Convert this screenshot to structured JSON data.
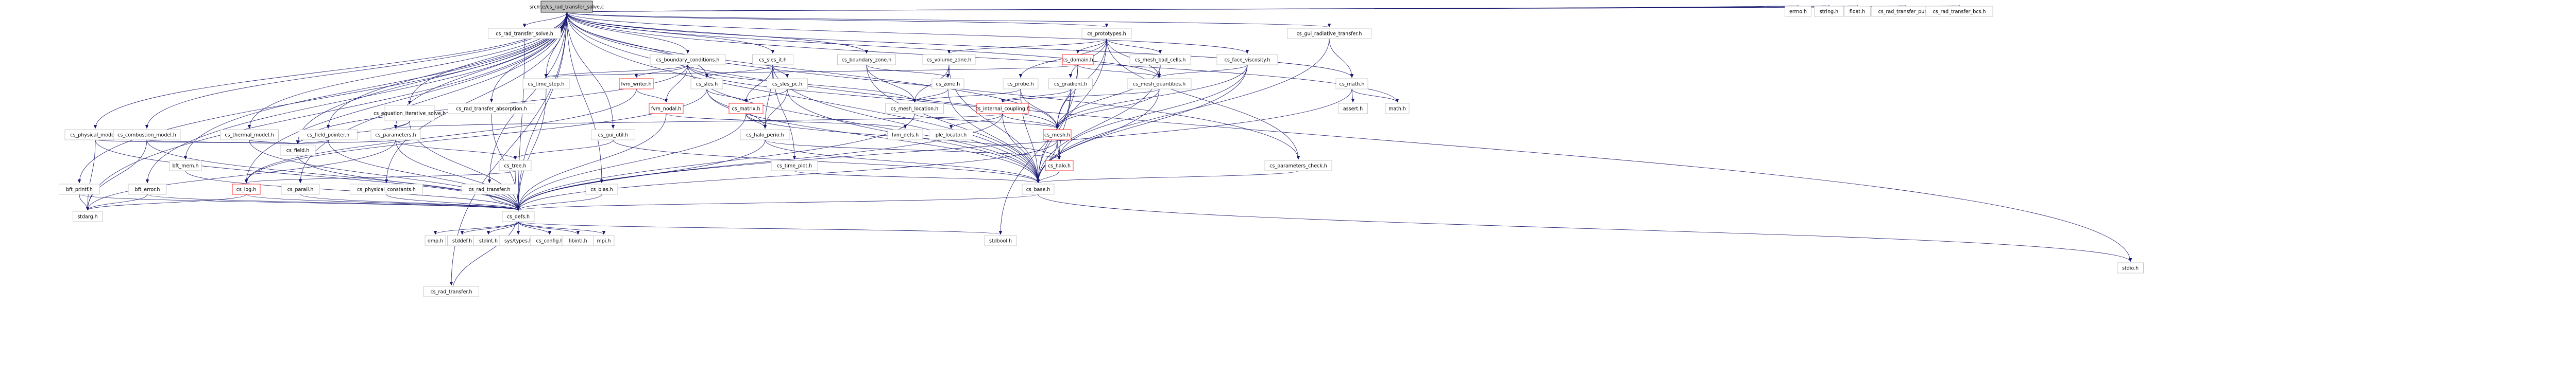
{
  "diagram": {
    "root": "src/rte/cs_rad_transfer_solve.c",
    "colors": {
      "edge": "#191970",
      "root_fill": "#bfbfbf",
      "node_stroke": "#bfbfbf",
      "red_stroke": "#ff0000",
      "node_text": "#000000"
    },
    "nodes": [
      {
        "id": "root",
        "label": "src/rte/cs_rad_transfer_solve.c"
      },
      {
        "id": "stdio",
        "label": "stdio.h"
      },
      {
        "id": "errno",
        "label": "errno.h"
      },
      {
        "id": "string",
        "label": "string.h"
      },
      {
        "id": "float",
        "label": "float.h"
      },
      {
        "id": "rtpun",
        "label": "cs_rad_transfer_pun.h"
      },
      {
        "id": "rtbcs",
        "label": "cs_rad_transfer_bcs.h"
      },
      {
        "id": "rts",
        "label": "cs_rad_transfer_solve.h"
      },
      {
        "id": "rtabs",
        "label": "cs_rad_transfer_absorption.h"
      },
      {
        "id": "rtmod",
        "label": "cs_rad_transfer.h"
      },
      {
        "id": "gui",
        "label": "cs_gui_radiative_transfer.h"
      },
      {
        "id": "prototypes",
        "label": "cs_prototypes.h"
      },
      {
        "id": "bc",
        "label": "cs_boundary_conditions.h"
      },
      {
        "id": "sles_it",
        "label": "cs_sles_it.h"
      },
      {
        "id": "bzone",
        "label": "cs_boundary_zone.h"
      },
      {
        "id": "vzone",
        "label": "cs_volume_zone.h"
      },
      {
        "id": "domain",
        "label": "cs_domain.h"
      },
      {
        "id": "meshbadcells",
        "label": "cs_mesh_bad_cells.h"
      },
      {
        "id": "facevisc",
        "label": "cs_face_viscosity.h"
      },
      {
        "id": "timestep",
        "label": "cs_time_step.h"
      },
      {
        "id": "fvmwriter",
        "label": "fvm_writer.h"
      },
      {
        "id": "sles",
        "label": "cs_sles.h"
      },
      {
        "id": "slespc",
        "label": "cs_sles_pc.h"
      },
      {
        "id": "zone",
        "label": "cs_zone.h"
      },
      {
        "id": "probe",
        "label": "cs_probe.h"
      },
      {
        "id": "gradient",
        "label": "cs_gradient.h"
      },
      {
        "id": "meshq",
        "label": "cs_mesh_quantities.h"
      },
      {
        "id": "math",
        "label": "cs_math.h"
      },
      {
        "id": "eqit",
        "label": "cs_equation_iterative_solve.h"
      },
      {
        "id": "fvmnodal",
        "label": "fvm_nodal.h"
      },
      {
        "id": "matrix",
        "label": "cs_matrix.h"
      },
      {
        "id": "meshloc",
        "label": "cs_mesh_location.h"
      },
      {
        "id": "intcoupling",
        "label": "cs_internal_coupling.h"
      },
      {
        "id": "assert",
        "label": "assert.h"
      },
      {
        "id": "mathh",
        "label": "math.h"
      },
      {
        "id": "physmodel",
        "label": "cs_physical_model.h"
      },
      {
        "id": "combmodel",
        "label": "cs_combustion_model.h"
      },
      {
        "id": "bftmem",
        "label": "bft_mem.h"
      },
      {
        "id": "thermal",
        "label": "cs_thermal_model.h"
      },
      {
        "id": "fieldpointer",
        "label": "cs_field_pointer.h"
      },
      {
        "id": "params",
        "label": "cs_parameters.h"
      },
      {
        "id": "gnuutil",
        "label": "cs_gui_util.h"
      },
      {
        "id": "haloperio",
        "label": "cs_halo_perio.h"
      },
      {
        "id": "timeplot",
        "label": "cs_time_plot.h"
      },
      {
        "id": "fvmdefs",
        "label": "fvm_defs.h"
      },
      {
        "id": "mesh",
        "label": "cs_mesh.h"
      },
      {
        "id": "pmelocator",
        "label": "ple_locator.h"
      },
      {
        "id": "paramcheck",
        "label": "cs_parameters_check.h"
      },
      {
        "id": "field",
        "label": "cs_field.h"
      },
      {
        "id": "tree",
        "label": "cs_tree.h"
      },
      {
        "id": "halo",
        "label": "cs_halo.h"
      },
      {
        "id": "bftprintf",
        "label": "bft_printf.h"
      },
      {
        "id": "bfterror",
        "label": "bft_error.h"
      },
      {
        "id": "log",
        "label": "cs_log.h"
      },
      {
        "id": "parall",
        "label": "cs_parall.h"
      },
      {
        "id": "physconst",
        "label": "cs_physical_constants.h"
      },
      {
        "id": "rtransfer",
        "label": "cs_rad_transfer.h"
      },
      {
        "id": "blas",
        "label": "cs_blas.h"
      },
      {
        "id": "base",
        "label": "cs_base.h"
      },
      {
        "id": "stdarg",
        "label": "stdarg.h"
      },
      {
        "id": "defs",
        "label": "cs_defs.h"
      },
      {
        "id": "stdbool",
        "label": "stdbool.h"
      },
      {
        "id": "omp",
        "label": "omp.h"
      },
      {
        "id": "stddef",
        "label": "stddef.h"
      },
      {
        "id": "stdint",
        "label": "stdint.h"
      },
      {
        "id": "systypes",
        "label": "sys/types.h"
      },
      {
        "id": "csconfig",
        "label": "cs_config.h"
      },
      {
        "id": "libintl",
        "label": "libintl.h"
      },
      {
        "id": "mpi",
        "label": "mpi.h"
      }
    ]
  }
}
